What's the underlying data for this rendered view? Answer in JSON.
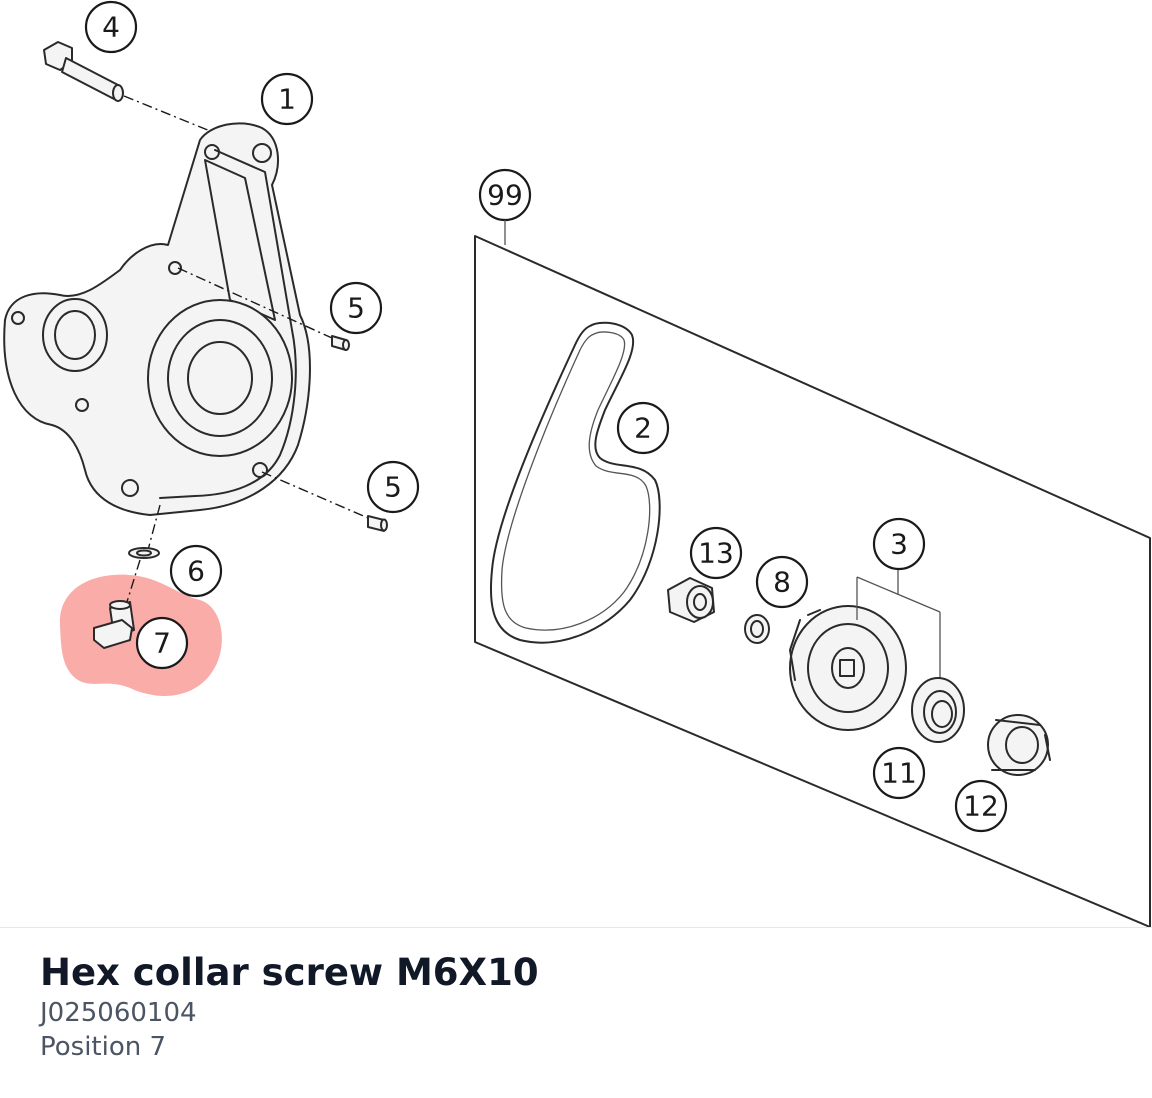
{
  "diagram": {
    "highlight_color": "#f9a3a0",
    "callouts": [
      {
        "id": "c1",
        "label": "1"
      },
      {
        "id": "c2",
        "label": "2"
      },
      {
        "id": "c3",
        "label": "3"
      },
      {
        "id": "c4",
        "label": "4"
      },
      {
        "id": "c5a",
        "label": "5"
      },
      {
        "id": "c5b",
        "label": "5"
      },
      {
        "id": "c6",
        "label": "6"
      },
      {
        "id": "c7",
        "label": "7"
      },
      {
        "id": "c8",
        "label": "8"
      },
      {
        "id": "c11",
        "label": "11"
      },
      {
        "id": "c12",
        "label": "12"
      },
      {
        "id": "c13",
        "label": "13"
      },
      {
        "id": "c99",
        "label": "99"
      }
    ]
  },
  "part": {
    "title": "Hex collar screw M6X10",
    "number": "J025060104",
    "position": "Position 7"
  }
}
